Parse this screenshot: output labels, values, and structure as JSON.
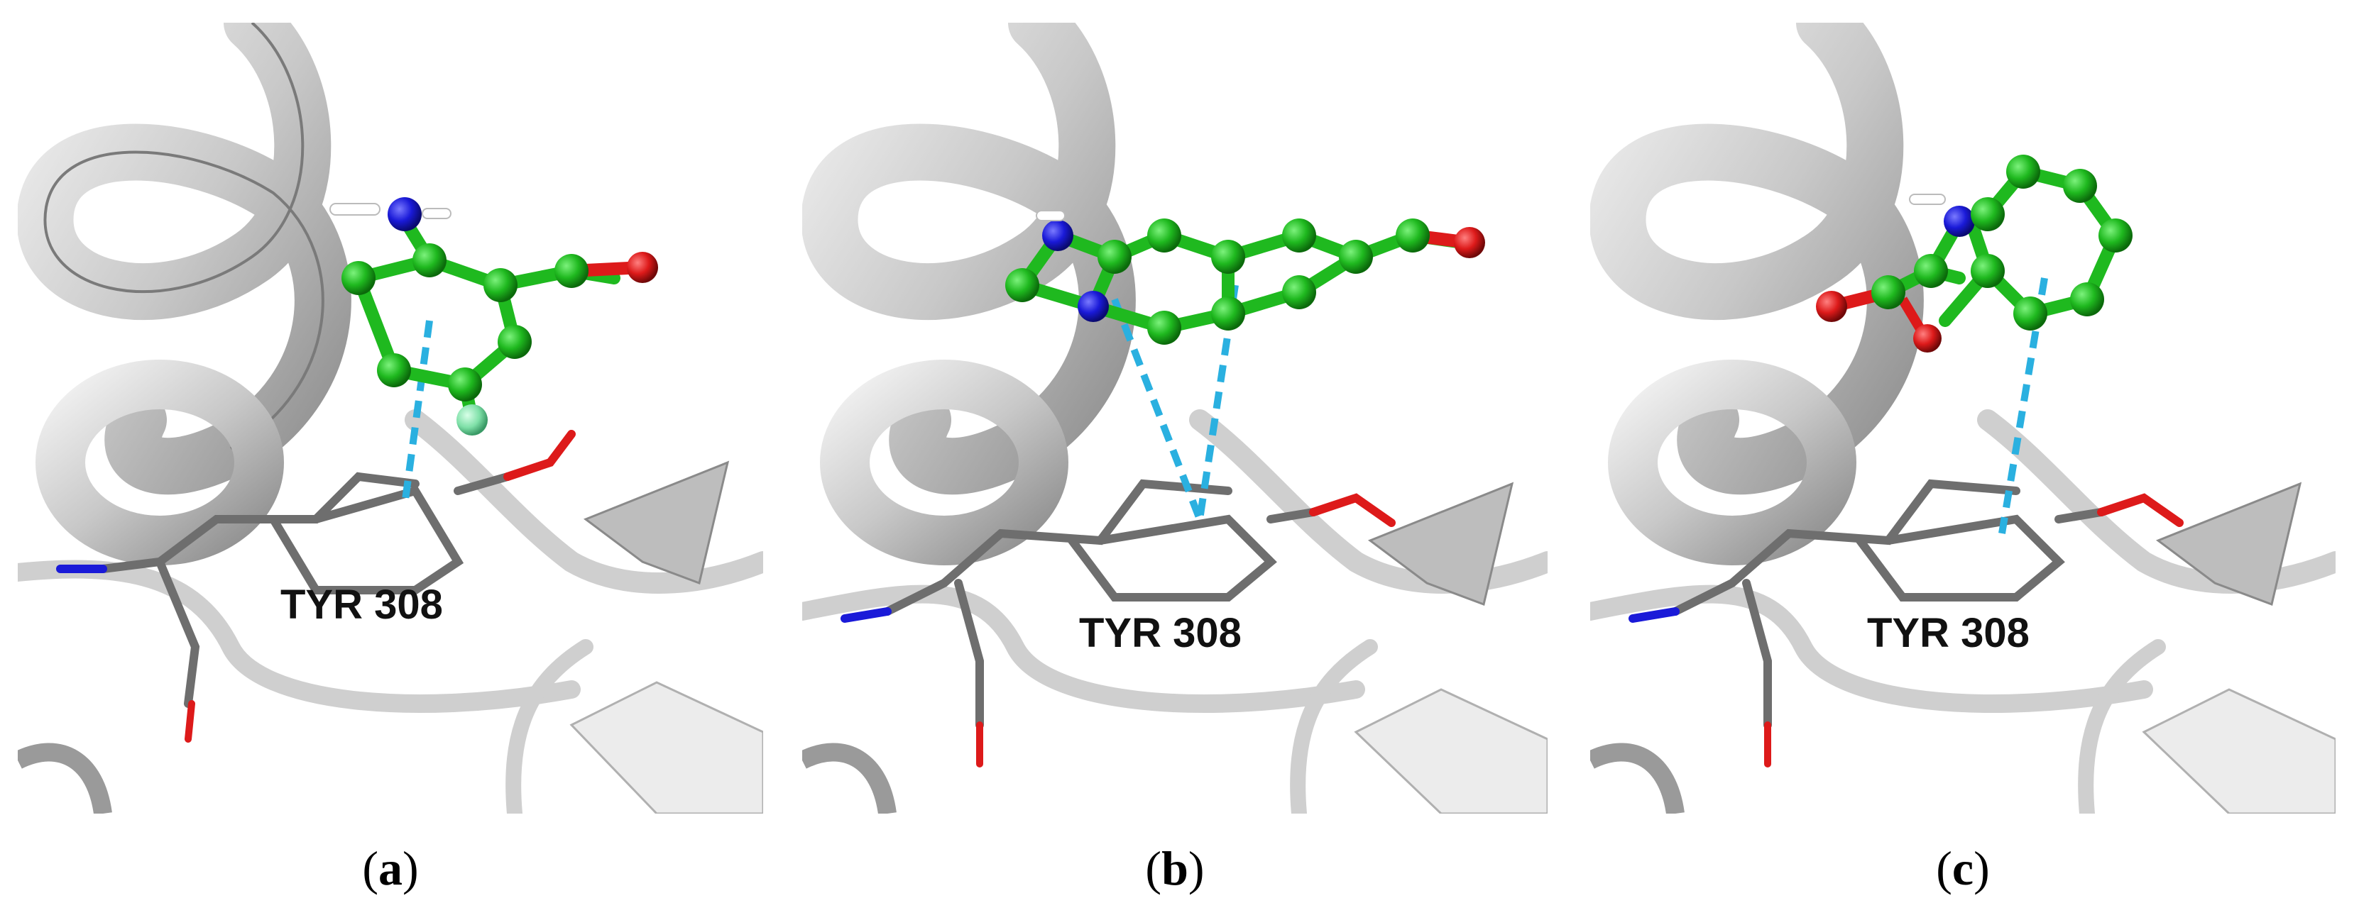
{
  "panels": [
    {
      "residue_label": "TYR 308",
      "caption_letter": "a"
    },
    {
      "residue_label": "TYR 308",
      "caption_letter": "b"
    },
    {
      "residue_label": "TYR 308",
      "caption_letter": "c"
    }
  ],
  "colors": {
    "ribbon": "#c8c8c8",
    "ribbon_shadow": "#8e8e8e",
    "carbon_ligand": "#1fb91f",
    "nitrogen": "#1a1ad8",
    "oxygen": "#dd1a1a",
    "fluorine": "#7fe0a8",
    "hydrogen": "#ffffff",
    "residue_carbon": "#6e6e6e",
    "pi_stack": "#2ab0e0"
  }
}
